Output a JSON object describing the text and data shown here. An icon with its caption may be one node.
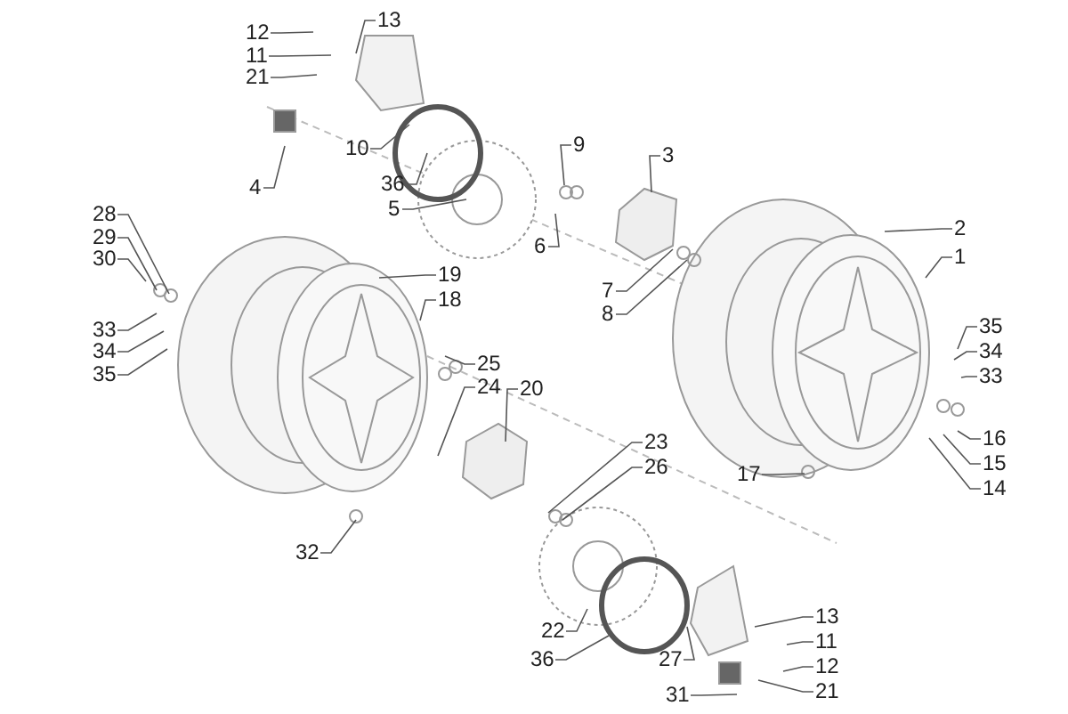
{
  "diagram": {
    "nodes": [
      {
        "text": [
          "12"
        ]
      },
      {
        "text": [
          "13"
        ]
      },
      {
        "text": [
          "11"
        ]
      },
      {
        "text": [
          "21"
        ]
      },
      {
        "text": [
          "10"
        ]
      },
      {
        "text": [
          "4"
        ]
      },
      {
        "text": [
          "36"
        ]
      },
      {
        "text": [
          "5"
        ]
      },
      {
        "text": [
          "9"
        ]
      },
      {
        "text": [
          "3"
        ]
      },
      {
        "text": [
          "6"
        ]
      },
      {
        "text": [
          "2"
        ]
      },
      {
        "text": [
          "1"
        ]
      },
      {
        "text": [
          "28"
        ]
      },
      {
        "text": [
          "29"
        ]
      },
      {
        "text": [
          "30"
        ]
      },
      {
        "text": [
          "19"
        ]
      },
      {
        "text": [
          "7"
        ]
      },
      {
        "text": [
          "18"
        ]
      },
      {
        "text": [
          "8"
        ]
      },
      {
        "text": [
          "35"
        ]
      },
      {
        "text": [
          "34"
        ]
      },
      {
        "text": [
          "33"
        ]
      },
      {
        "text": [
          "33"
        ]
      },
      {
        "text": [
          "34"
        ]
      },
      {
        "text": [
          "35"
        ]
      },
      {
        "text": [
          "25"
        ]
      },
      {
        "text": [
          "20"
        ]
      },
      {
        "text": [
          "24"
        ]
      },
      {
        "text": [
          "16"
        ]
      },
      {
        "text": [
          "23"
        ]
      },
      {
        "text": [
          "15"
        ]
      },
      {
        "text": [
          "26"
        ]
      },
      {
        "text": [
          "17"
        ]
      },
      {
        "text": [
          "14"
        ]
      },
      {
        "text": [
          "32"
        ]
      },
      {
        "text": [
          "22"
        ]
      },
      {
        "text": [
          "13"
        ]
      },
      {
        "text": [
          "11"
        ]
      },
      {
        "text": [
          "36"
        ]
      },
      {
        "text": [
          "27"
        ]
      },
      {
        "text": [
          "12"
        ]
      },
      {
        "text": [
          "21"
        ]
      },
      {
        "text": [
          "31"
        ]
      }
    ],
    "edges": [
      {
        "from": 0,
        "to": null,
        "arrow": "none"
      },
      {
        "from": 1,
        "to": null,
        "arrow": "none"
      },
      {
        "from": 2,
        "to": null,
        "arrow": "none"
      },
      {
        "from": 3,
        "to": null,
        "arrow": "none"
      },
      {
        "from": 4,
        "to": null,
        "arrow": "none"
      },
      {
        "from": 5,
        "to": null,
        "arrow": "none"
      },
      {
        "from": 6,
        "to": null,
        "arrow": "none"
      },
      {
        "from": 7,
        "to": null,
        "arrow": "none"
      },
      {
        "from": 8,
        "to": null,
        "arrow": "none"
      },
      {
        "from": 9,
        "to": null,
        "arrow": "none"
      },
      {
        "from": 10,
        "to": null,
        "arrow": "none"
      },
      {
        "from": 11,
        "to": null,
        "arrow": "none"
      },
      {
        "from": 12,
        "to": null,
        "arrow": "none"
      },
      {
        "from": 13,
        "to": null,
        "arrow": "none"
      },
      {
        "from": 14,
        "to": null,
        "arrow": "none"
      },
      {
        "from": 15,
        "to": null,
        "arrow": "none"
      },
      {
        "from": 16,
        "to": null,
        "arrow": "none"
      },
      {
        "from": 17,
        "to": null,
        "arrow": "none"
      },
      {
        "from": 18,
        "to": null,
        "arrow": "none"
      },
      {
        "from": 19,
        "to": null,
        "arrow": "none"
      },
      {
        "from": 20,
        "to": null,
        "arrow": "none"
      },
      {
        "from": 21,
        "to": null,
        "arrow": "none"
      },
      {
        "from": 22,
        "to": null,
        "arrow": "none"
      },
      {
        "from": 23,
        "to": null,
        "arrow": "none"
      },
      {
        "from": 24,
        "to": null,
        "arrow": "none"
      },
      {
        "from": 25,
        "to": null,
        "arrow": "none"
      },
      {
        "from": 26,
        "to": null,
        "arrow": "none"
      },
      {
        "from": 27,
        "to": null,
        "arrow": "none"
      },
      {
        "from": 28,
        "to": null,
        "arrow": "none"
      },
      {
        "from": 29,
        "to": null,
        "arrow": "none"
      },
      {
        "from": 30,
        "to": null,
        "arrow": "none"
      },
      {
        "from": 31,
        "to": null,
        "arrow": "none"
      },
      {
        "from": 32,
        "to": null,
        "arrow": "none"
      },
      {
        "from": 33,
        "to": null,
        "arrow": "none"
      },
      {
        "from": 34,
        "to": null,
        "arrow": "none"
      },
      {
        "from": 35,
        "to": null,
        "arrow": "none"
      },
      {
        "from": 36,
        "to": null,
        "arrow": "none"
      },
      {
        "from": 37,
        "to": null,
        "arrow": "none"
      },
      {
        "from": 38,
        "to": null,
        "arrow": "none"
      },
      {
        "from": 39,
        "to": null,
        "arrow": "none"
      },
      {
        "from": 40,
        "to": null,
        "arrow": "none"
      },
      {
        "from": 41,
        "to": null,
        "arrow": "none"
      },
      {
        "from": 42,
        "to": null,
        "arrow": "none"
      },
      {
        "from": 43,
        "to": null,
        "arrow": "none"
      }
    ]
  }
}
